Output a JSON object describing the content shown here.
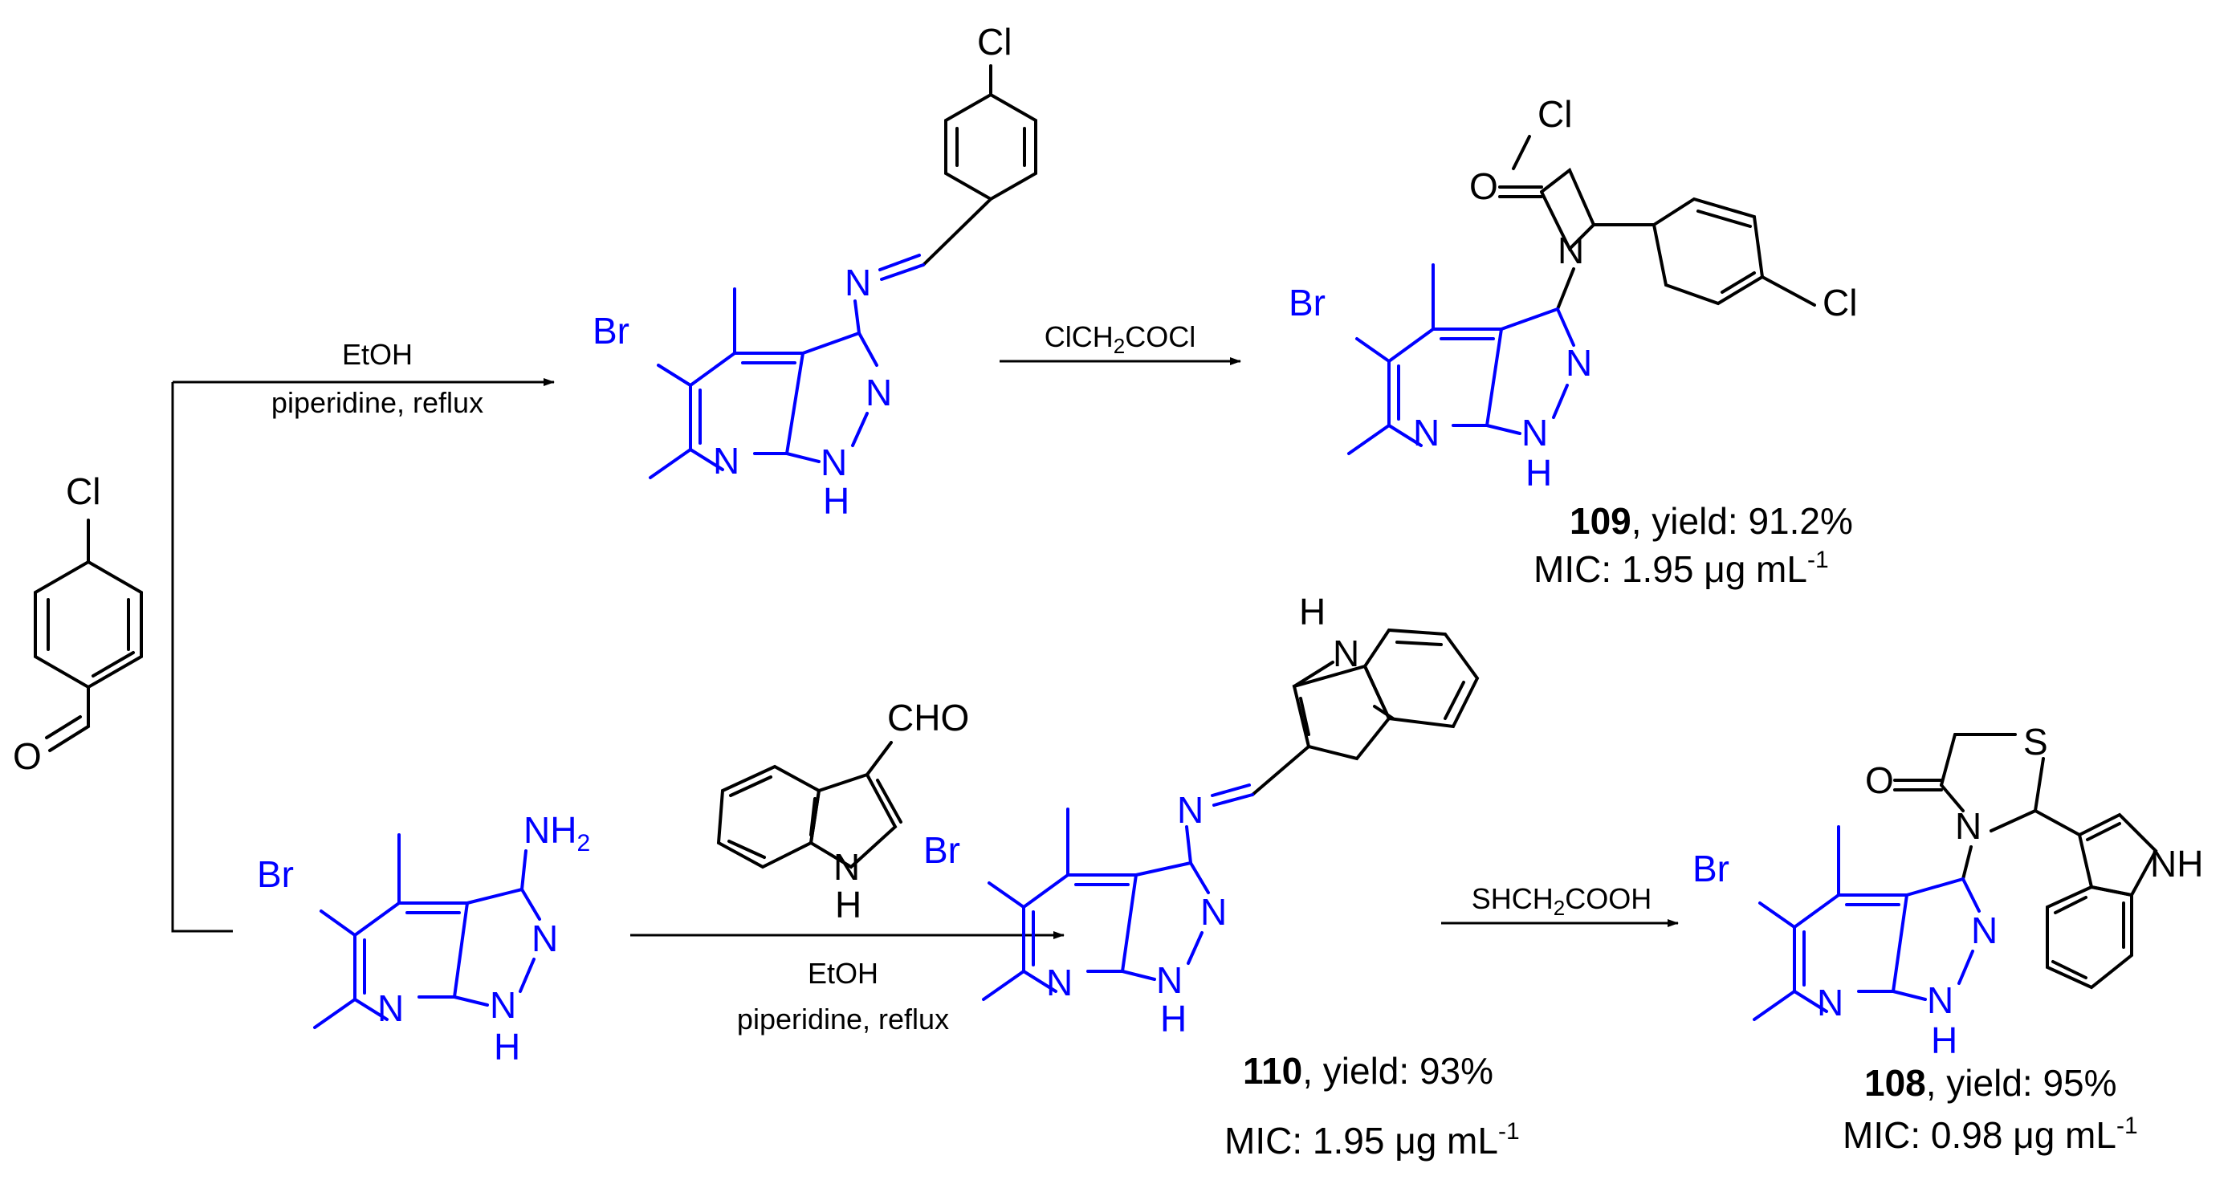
{
  "atoms": {
    "cl": "Cl",
    "o": "O",
    "br": "Br",
    "n": "N",
    "h": "H",
    "s": "S",
    "nh": "NH",
    "nh2_n": "NH",
    "nh2_sub": "2",
    "cho": "CHO"
  },
  "conditions": {
    "step1_top": "EtOH",
    "step1_bottom": "piperidine, reflux",
    "step2_prefix": "ClCH",
    "step2_sub": "2",
    "step2_suffix": "COCl",
    "step3_top": "EtOH",
    "step3_bottom": "piperidine, reflux",
    "step4_prefix": "SHCH",
    "step4_sub": "2",
    "step4_suffix": "COOH"
  },
  "compounds": [
    {
      "id": "109",
      "yield_text": ", yield: 91.2%",
      "mic_prefix": "MIC:   1.95 μg mL",
      "mic_exp": "-1"
    },
    {
      "id": "110",
      "yield_text": ", yield: 93%",
      "mic_prefix": "MIC:   1.95 μg mL",
      "mic_exp": "-1"
    },
    {
      "id": "108",
      "yield_text": ", yield: 95%",
      "mic_prefix": "MIC:   0.98 μg mL",
      "mic_exp": "-1"
    }
  ]
}
